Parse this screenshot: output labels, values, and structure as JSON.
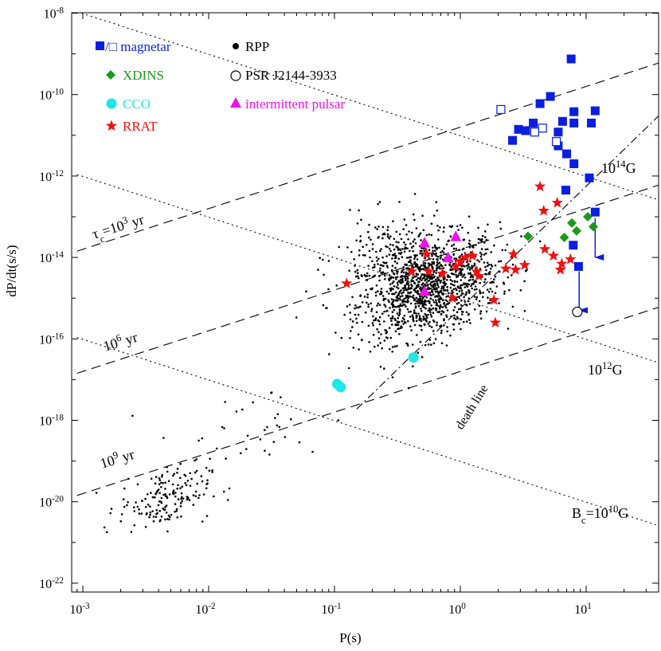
{
  "chart_data": {
    "type": "scatter",
    "scale": "log-log",
    "xlabel": "P(s)",
    "ylabel": "dP/dt(s/s)",
    "xlim": [
      0.0009,
      35
    ],
    "ylim": [
      1e-22,
      2e-08
    ],
    "grid": false,
    "legend_position": "top-left",
    "x_ticks": [
      {
        "value": 0.001,
        "base": "10",
        "exp": "-3"
      },
      {
        "value": 0.01,
        "base": "10",
        "exp": "-2"
      },
      {
        "value": 0.1,
        "base": "10",
        "exp": "-1"
      },
      {
        "value": 1,
        "base": "10",
        "exp": "0"
      },
      {
        "value": 10,
        "base": "10",
        "exp": "1"
      }
    ],
    "y_ticks": [
      {
        "value": 1e-08,
        "base": "10",
        "exp": "-8"
      },
      {
        "value": 1e-10,
        "base": "10",
        "exp": "-10"
      },
      {
        "value": 1e-12,
        "base": "10",
        "exp": "-12"
      },
      {
        "value": 1e-14,
        "base": "10",
        "exp": "-14"
      },
      {
        "value": 1e-16,
        "base": "10",
        "exp": "-16"
      },
      {
        "value": 1e-18,
        "base": "10",
        "exp": "-18"
      },
      {
        "value": 1e-20,
        "base": "10",
        "exp": "-20"
      },
      {
        "value": 1e-22,
        "base": "10",
        "exp": "-22"
      }
    ],
    "legend": [
      {
        "key": "magnetar",
        "label": "/□ magnetar",
        "color": "#0a1ee0"
      },
      {
        "key": "xdins",
        "label": "XDINS",
        "color": "#1a9a1a"
      },
      {
        "key": "cco",
        "label": "CCO",
        "color": "#1ee8e8"
      },
      {
        "key": "rrat",
        "label": "RRAT",
        "color": "#f01010"
      },
      {
        "key": "rpp",
        "label": "RPP",
        "color": "#000000"
      },
      {
        "key": "j2144",
        "label": "PSR J2144-3933",
        "color": "#000000"
      },
      {
        "key": "intermittent",
        "label": "intermittent pulsar",
        "color": "#ee10ee"
      }
    ],
    "reference_lines": [
      {
        "kind": "age",
        "label_base": "τ",
        "label_sub": "c",
        "label_rest": "=10",
        "label_exp": "3",
        "label_unit": " yr"
      },
      {
        "kind": "age",
        "label_base": "10",
        "label_exp": "6",
        "label_unit": " yr"
      },
      {
        "kind": "age",
        "label_base": "10",
        "label_exp": "9",
        "label_unit": " yr"
      },
      {
        "kind": "field",
        "label_base": "10",
        "label_exp": "14",
        "label_unit": "G"
      },
      {
        "kind": "field",
        "label_base": "10",
        "label_exp": "12",
        "label_unit": "G"
      },
      {
        "kind": "field",
        "label_base": "B",
        "label_sub": "c",
        "label_rest": "=10",
        "label_exp": "10",
        "label_unit": "G"
      },
      {
        "kind": "death",
        "label": "death line"
      }
    ],
    "series": [
      {
        "name": "magnetar",
        "marker": "square-filled",
        "color": "#0a1ee0",
        "points": [
          [
            7.6,
            7.5e-10
          ],
          [
            4.3,
            6e-11
          ],
          [
            5.2,
            9e-11
          ],
          [
            11.8,
            4e-11
          ],
          [
            3.8,
            2e-11
          ],
          [
            6.5,
            2.2e-11
          ],
          [
            8.0,
            3.8e-11
          ],
          [
            8.0,
            2e-11
          ],
          [
            11.0,
            2e-11
          ],
          [
            2.9,
            1.4e-11
          ],
          [
            3.3,
            1.3e-11
          ],
          [
            6.0,
            1.2e-11
          ],
          [
            2.6,
            7.5e-12
          ],
          [
            6.0,
            5.5e-12
          ],
          [
            7.0,
            3.5e-12
          ],
          [
            8.0,
            2e-12
          ],
          [
            10.6,
            9e-13
          ],
          [
            6.9,
            4.5e-13
          ],
          [
            11.8,
            1.3e-13
          ],
          [
            7.9,
            2e-14
          ],
          [
            8.7,
            6e-15
          ]
        ]
      },
      {
        "name": "magnetar",
        "marker": "square-open",
        "color": "#0a1ee0",
        "points": [
          [
            2.1,
            4.3e-11
          ],
          [
            4.5,
            1.5e-11
          ],
          [
            3.9,
            1.2e-11
          ],
          [
            5.8,
            7e-12
          ]
        ]
      },
      {
        "name": "magnetar upper limit",
        "marker": "arrow-down",
        "color": "#0a1ee0",
        "points": [
          [
            11.8,
            1.2e-13
          ],
          [
            8.8,
            6e-15
          ]
        ]
      },
      {
        "name": "XDINS",
        "marker": "diamond",
        "color": "#1a9a1a",
        "points": [
          [
            3.45,
            3.3e-14
          ],
          [
            6.7,
            3.1e-14
          ],
          [
            7.7,
            7e-14
          ],
          [
            8.4,
            4.5e-14
          ],
          [
            10.3,
            1e-13
          ],
          [
            11.4,
            5.7e-14
          ]
        ]
      },
      {
        "name": "CCO",
        "marker": "circle",
        "color": "#1ee8e8",
        "points": [
          [
            0.105,
            7.8e-18
          ],
          [
            0.112,
            6.5e-18
          ],
          [
            0.424,
            3.5e-17
          ]
        ]
      },
      {
        "name": "RRAT",
        "marker": "star",
        "color": "#f01010",
        "points": [
          [
            0.125,
            2.3e-15
          ],
          [
            0.41,
            4.5e-15
          ],
          [
            0.54,
            1.2e-14
          ],
          [
            0.56,
            4.5e-15
          ],
          [
            0.72,
            4e-15
          ],
          [
            0.87,
            1e-15
          ],
          [
            0.92,
            6e-15
          ],
          [
            1.0,
            8e-15
          ],
          [
            1.1,
            1e-14
          ],
          [
            1.25,
            1.1e-14
          ],
          [
            1.35,
            4.5e-15
          ],
          [
            1.4,
            3.5e-15
          ],
          [
            1.85,
            9e-16
          ],
          [
            1.9,
            2.5e-16
          ],
          [
            2.3,
            5.3e-15
          ],
          [
            2.65,
            1.2e-14
          ],
          [
            2.75,
            5e-15
          ],
          [
            3.25,
            6.5e-15
          ],
          [
            4.3,
            5.5e-13
          ],
          [
            4.6,
            1.4e-13
          ],
          [
            4.7,
            1.6e-14
          ],
          [
            5.5,
            1.1e-14
          ],
          [
            5.9,
            2.2e-13
          ],
          [
            6.25,
            5e-15
          ],
          [
            6.4,
            7e-15
          ],
          [
            7.5,
            9e-15
          ]
        ]
      },
      {
        "name": "intermittent pulsar",
        "marker": "triangle",
        "color": "#ee10ee",
        "points": [
          [
            0.52,
            2.3e-14
          ],
          [
            0.92,
            3.3e-14
          ],
          [
            0.8,
            1e-14
          ],
          [
            0.52,
            1.5e-15
          ]
        ]
      },
      {
        "name": "PSR J2144-3933",
        "marker": "circle-open",
        "color": "#000000",
        "points": [
          [
            8.51,
            4.6e-16
          ]
        ]
      },
      {
        "name": "RPP",
        "marker": "dot",
        "color": "#000000",
        "points": []
      }
    ]
  }
}
